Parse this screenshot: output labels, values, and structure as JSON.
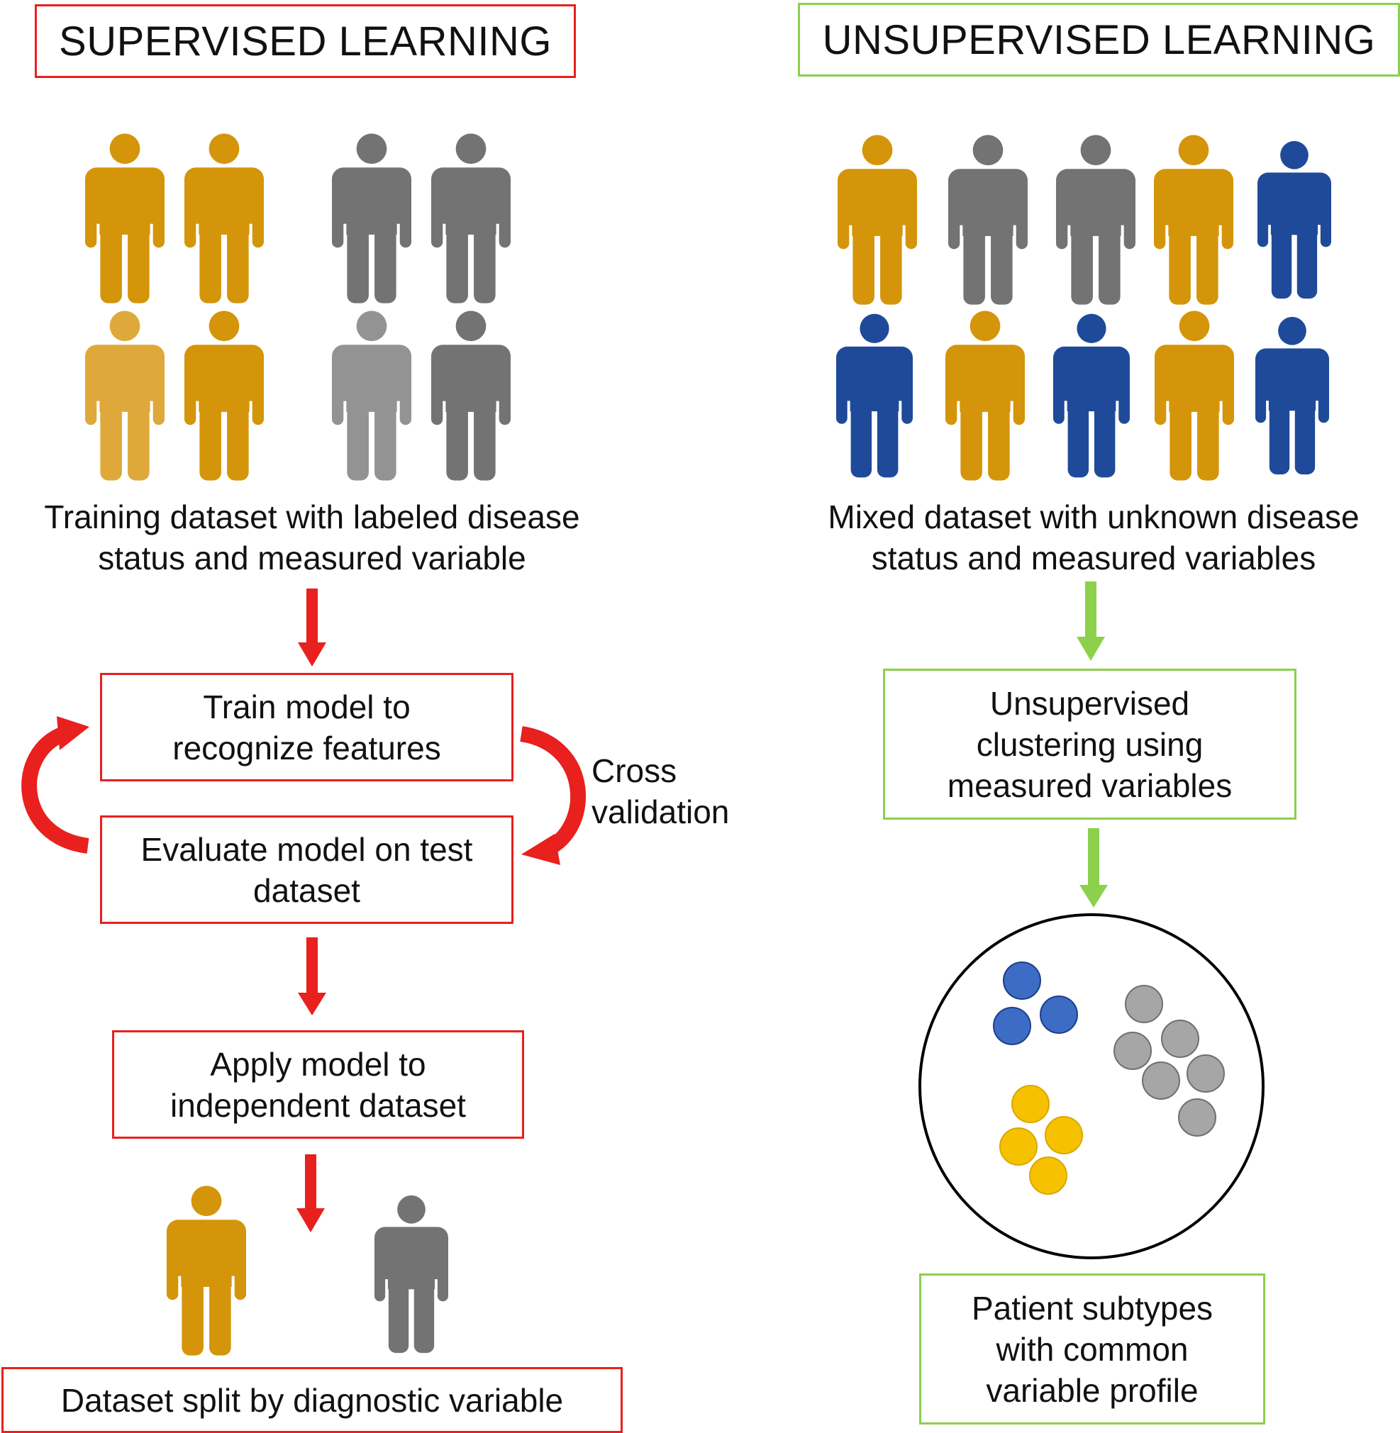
{
  "supervised": {
    "title": "SUPERVISED LEARNING",
    "caption_line1": "Training dataset with labeled disease",
    "caption_line2": "status and measured variable",
    "train_line1": "Train model to",
    "train_line2": "recognize features",
    "evaluate_line1": "Evaluate model on test",
    "evaluate_line2": "dataset",
    "cv_line1": "Cross",
    "cv_line2": "validation",
    "apply_line1": "Apply model to",
    "apply_line2": "independent dataset",
    "result": "Dataset split by diagnostic variable",
    "accent_color": "#e8201e"
  },
  "unsupervised": {
    "title": "UNSUPERVISED LEARNING",
    "caption_line1": "Mixed dataset with unknown disease",
    "caption_line2": "status and measured variables",
    "cluster_line1": "Unsupervised",
    "cluster_line2": "clustering using",
    "cluster_line3": "measured variables",
    "result_line1": "Patient subtypes",
    "result_line2": "with common",
    "result_line3": "variable profile",
    "accent_color": "#8cd04c"
  },
  "palette": {
    "gold": "#d4950a",
    "gold_light": "#dea93a",
    "gray": "#737373",
    "gray_light": "#939393",
    "blue": "#1f4a9a",
    "dot_blue": "#3c6cc4",
    "dot_gray": "#a6a6a6",
    "dot_yellow": "#f6c200"
  }
}
